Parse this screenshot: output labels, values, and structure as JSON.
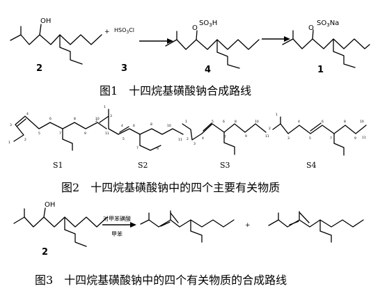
{
  "scheme1": {
    "plus": "+",
    "reagent": "HSO3Cl",
    "substituent_acid": "SO3H",
    "substituent_salt": "SO3Na",
    "oh": "OH",
    "o": "O",
    "compound_ids": [
      "2",
      "3",
      "4",
      "1"
    ],
    "caption": "图1　十四烷基磺酸钠合成路线"
  },
  "scheme2": {
    "s1_numbers": [
      "1",
      "2",
      "3",
      "4",
      "5",
      "6",
      "7",
      "8",
      "9",
      "10",
      "11"
    ],
    "s2_numbers": [
      "1",
      "2",
      "3",
      "4",
      "5",
      "6",
      "7",
      "8",
      "9",
      "10",
      "11"
    ],
    "s3_numbers": [
      "1",
      "2",
      "3",
      "4",
      "5",
      "6",
      "7",
      "8",
      "9",
      "10",
      "11"
    ],
    "s4_numbers": [
      "1",
      "2",
      "3",
      "4",
      "5",
      "6",
      "7",
      "8",
      "9",
      "10",
      "11"
    ],
    "labels": [
      "S1",
      "S2",
      "S3",
      "S4"
    ],
    "caption": "图2　十四烷基磺酸钠中的四个主要有关物质"
  },
  "scheme3": {
    "oh": "OH",
    "compound_id": "2",
    "reagent_above": "对甲苯磺酸",
    "reagent_below": "甲苯",
    "plus": "+",
    "caption": "图3　十四烷基磺酸钠中的四个有关物质的合成路线"
  }
}
